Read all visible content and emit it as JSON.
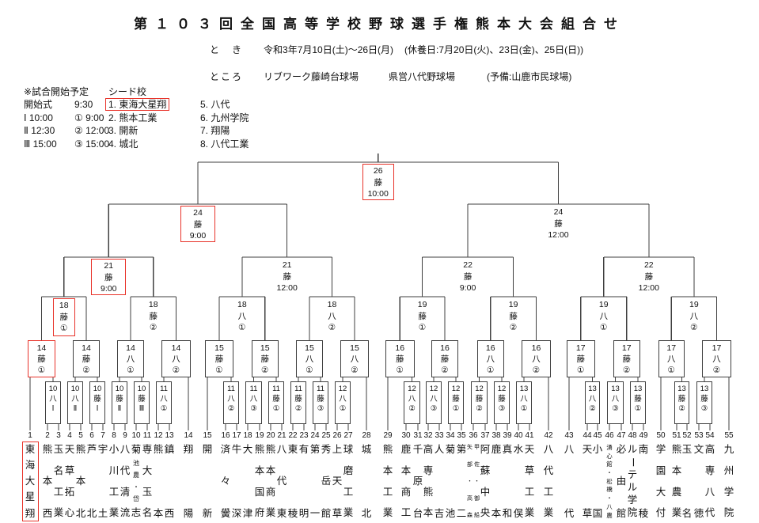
{
  "title": "第１０３回全国高等学校野球選手権熊本大会組合せ",
  "when": {
    "label": "と　き",
    "value": "令和3年7月10日(土)～26日(月)",
    "note": "(休養日:7月20日(火)、23日(金)、25日(日))"
  },
  "where": {
    "label": "ところ",
    "venue1": "リブワーク藤崎台球場",
    "venue2": "県営八代野球場",
    "note": "(予備:山鹿市民球場)"
  },
  "schedule": {
    "heading": "※試合開始予定",
    "opening_label": "開始式",
    "opening_time": "9:30",
    "rows": [
      [
        "Ⅰ 10:00",
        "① 9:00"
      ],
      [
        "Ⅱ 12:30",
        "② 12:00"
      ],
      [
        "Ⅲ 15:00",
        "③ 15:00"
      ]
    ]
  },
  "seeds": {
    "heading": "シード校",
    "items": [
      {
        "label": "1. 東海大星翔",
        "highlight": true
      },
      {
        "label": "2. 熊本工業"
      },
      {
        "label": "3. 開新"
      },
      {
        "label": "4. 城北"
      },
      {
        "label": "5. 八代"
      },
      {
        "label": "6. 九州学院"
      },
      {
        "label": "7. 翔陽"
      },
      {
        "label": "8. 八代工業"
      }
    ]
  },
  "colors": {
    "highlight": "#e8332a",
    "line": "#3f3f3f"
  },
  "bracket": {
    "teams": [
      {
        "no": 1,
        "name": "東海大星翔",
        "highlight": true
      },
      {
        "no": 2,
        "name": "熊本西"
      },
      {
        "no": 3,
        "name": "玉名工業"
      },
      {
        "no": 4,
        "name": "天草拓心"
      },
      {
        "no": 5,
        "name": "熊本北"
      },
      {
        "no": 6,
        "name": "芦北"
      },
      {
        "no": 7,
        "name": "宇土"
      },
      {
        "no": 8,
        "name": "小川工業"
      },
      {
        "no": 9,
        "name": "八代清流"
      },
      {
        "no": 10,
        "name": "菊池農・岱志",
        "display": "mixed",
        "big_first": "菊",
        "small_mid": "池農・岱",
        "big_last": "志"
      },
      {
        "no": 11,
        "name": "専大玉名"
      },
      {
        "no": 12,
        "name": "熊本"
      },
      {
        "no": 13,
        "name": "鎮西"
      },
      {
        "no": 14,
        "name": "翔陽"
      },
      {
        "no": 15,
        "name": "開新"
      },
      {
        "no": 16,
        "name": "済々黌"
      },
      {
        "no": 17,
        "name": "牛深"
      },
      {
        "no": 18,
        "name": "大津"
      },
      {
        "no": 19,
        "name": "熊本国府"
      },
      {
        "no": 20,
        "name": "熊本商業"
      },
      {
        "no": 21,
        "name": "八代東"
      },
      {
        "no": 22,
        "name": "東稜"
      },
      {
        "no": 23,
        "name": "有明"
      },
      {
        "no": 24,
        "name": "第一"
      },
      {
        "no": 25,
        "name": "秀岳館"
      },
      {
        "no": 26,
        "name": "上天草"
      },
      {
        "no": 27,
        "name": "球磨工業"
      },
      {
        "no": 28,
        "name": "城北"
      },
      {
        "no": 29,
        "name": "熊本工業"
      },
      {
        "no": 30,
        "name": "鹿本商工"
      },
      {
        "no": 31,
        "name": "千原台"
      },
      {
        "no": 32,
        "name": "高専熊本"
      },
      {
        "no": 33,
        "name": "人吉"
      },
      {
        "no": 34,
        "name": "菊池"
      },
      {
        "no": 35,
        "name": "第二"
      },
      {
        "no": 36,
        "name": "矢部・甲佐・高森・御船",
        "display": "twocol",
        "cols": [
          "矢部・高森",
          "甲佐・御船"
        ]
      },
      {
        "no": 37,
        "name": "阿蘇中央"
      },
      {
        "no": 38,
        "name": "鹿本"
      },
      {
        "no": 39,
        "name": "真和"
      },
      {
        "no": 40,
        "name": "水俣"
      },
      {
        "no": 41,
        "name": "天草工業"
      },
      {
        "no": 42,
        "name": "八代工業"
      },
      {
        "no": 43,
        "name": "八代"
      },
      {
        "no": 44,
        "name": "天草"
      },
      {
        "no": 45,
        "name": "小国"
      },
      {
        "no": 46,
        "name": "湧心館・松橋・八農",
        "display": "small"
      },
      {
        "no": 47,
        "name": "必由館"
      },
      {
        "no": 48,
        "name": "ルーテル学院"
      },
      {
        "no": 49,
        "name": "南稜"
      },
      {
        "no": 50,
        "name": "学園大付"
      },
      {
        "no": 51,
        "name": "熊本農業"
      },
      {
        "no": 52,
        "name": "玉名"
      },
      {
        "no": 53,
        "name": "文徳"
      },
      {
        "no": 54,
        "name": "高専八代"
      },
      {
        "no": 55,
        "name": "九州学院"
      }
    ],
    "round1": [
      {
        "date": "10",
        "venue": "八",
        "slot": "Ⅰ",
        "teams": [
          2,
          3
        ]
      },
      {
        "date": "10",
        "venue": "八",
        "slot": "Ⅱ",
        "teams": [
          4,
          5
        ]
      },
      {
        "date": "10",
        "venue": "藤",
        "slot": "Ⅰ",
        "teams": [
          6,
          7
        ]
      },
      {
        "date": "10",
        "venue": "藤",
        "slot": "Ⅱ",
        "teams": [
          8,
          9
        ]
      },
      {
        "date": "10",
        "venue": "藤",
        "slot": "Ⅲ",
        "teams": [
          10,
          11
        ]
      },
      {
        "date": "11",
        "venue": "八",
        "slot": "①",
        "teams": [
          12,
          13
        ]
      },
      {
        "date": "11",
        "venue": "八",
        "slot": "②",
        "teams": [
          16,
          17
        ]
      },
      {
        "date": "11",
        "venue": "八",
        "slot": "③",
        "teams": [
          18,
          19
        ]
      },
      {
        "date": "11",
        "venue": "藤",
        "slot": "①",
        "teams": [
          20,
          21
        ]
      },
      {
        "date": "11",
        "venue": "藤",
        "slot": "②",
        "teams": [
          22,
          23
        ]
      },
      {
        "date": "11",
        "venue": "藤",
        "slot": "③",
        "teams": [
          24,
          25
        ]
      },
      {
        "date": "12",
        "venue": "八",
        "slot": "①",
        "teams": [
          26,
          27
        ]
      },
      {
        "date": "12",
        "venue": "八",
        "slot": "②",
        "teams": [
          30,
          31
        ]
      },
      {
        "date": "12",
        "venue": "八",
        "slot": "③",
        "teams": [
          32,
          33
        ]
      },
      {
        "date": "12",
        "venue": "藤",
        "slot": "①",
        "teams": [
          34,
          35
        ]
      },
      {
        "date": "12",
        "venue": "藤",
        "slot": "②",
        "teams": [
          36,
          37
        ]
      },
      {
        "date": "12",
        "venue": "藤",
        "slot": "③",
        "teams": [
          38,
          39
        ]
      },
      {
        "date": "13",
        "venue": "八",
        "slot": "①",
        "teams": [
          40,
          41
        ]
      },
      {
        "date": "13",
        "venue": "八",
        "slot": "②",
        "teams": [
          44,
          45
        ]
      },
      {
        "date": "13",
        "venue": "八",
        "slot": "③",
        "teams": [
          46,
          47
        ]
      },
      {
        "date": "13",
        "venue": "藤",
        "slot": "①",
        "teams": [
          48,
          49
        ]
      },
      {
        "date": "13",
        "venue": "藤",
        "slot": "②",
        "teams": [
          51,
          52
        ]
      },
      {
        "date": "13",
        "venue": "藤",
        "slot": "③",
        "teams": [
          53,
          54
        ]
      }
    ],
    "round2": [
      {
        "date": "14",
        "venue": "藤",
        "slot": "①",
        "highlight": true,
        "feeders": [
          {
            "bye": 1
          },
          {
            "game": 0
          }
        ]
      },
      {
        "date": "14",
        "venue": "藤",
        "slot": "②",
        "feeders": [
          {
            "game": 1
          },
          {
            "game": 2
          }
        ]
      },
      {
        "date": "14",
        "venue": "八",
        "slot": "①",
        "feeders": [
          {
            "game": 3
          },
          {
            "game": 4
          }
        ]
      },
      {
        "date": "14",
        "venue": "八",
        "slot": "②",
        "feeders": [
          {
            "game": 5
          },
          {
            "bye": 14
          }
        ]
      },
      {
        "date": "15",
        "venue": "藤",
        "slot": "①",
        "feeders": [
          {
            "bye": 15
          },
          {
            "game": 6
          }
        ]
      },
      {
        "date": "15",
        "venue": "藤",
        "slot": "②",
        "feeders": [
          {
            "game": 7
          },
          {
            "game": 8
          }
        ]
      },
      {
        "date": "15",
        "venue": "八",
        "slot": "①",
        "feeders": [
          {
            "game": 9
          },
          {
            "game": 10
          }
        ]
      },
      {
        "date": "15",
        "venue": "八",
        "slot": "②",
        "feeders": [
          {
            "game": 11
          },
          {
            "bye": 28
          }
        ]
      },
      {
        "date": "16",
        "venue": "藤",
        "slot": "①",
        "feeders": [
          {
            "bye": 29
          },
          {
            "game": 12
          }
        ]
      },
      {
        "date": "16",
        "venue": "藤",
        "slot": "②",
        "feeders": [
          {
            "game": 13
          },
          {
            "game": 14
          }
        ]
      },
      {
        "date": "16",
        "venue": "八",
        "slot": "①",
        "feeders": [
          {
            "game": 15
          },
          {
            "game": 16
          }
        ]
      },
      {
        "date": "16",
        "venue": "八",
        "slot": "②",
        "feeders": [
          {
            "game": 17
          },
          {
            "bye": 42
          }
        ]
      },
      {
        "date": "17",
        "venue": "藤",
        "slot": "①",
        "feeders": [
          {
            "bye": 43
          },
          {
            "game": 18
          }
        ]
      },
      {
        "date": "17",
        "venue": "藤",
        "slot": "②",
        "feeders": [
          {
            "game": 19
          },
          {
            "game": 20
          }
        ]
      },
      {
        "date": "17",
        "venue": "八",
        "slot": "①",
        "feeders": [
          {
            "bye": 50
          },
          {
            "game": 21
          }
        ]
      },
      {
        "date": "17",
        "venue": "八",
        "slot": "②",
        "feeders": [
          {
            "game": 22
          },
          {
            "bye": 55
          }
        ]
      }
    ],
    "round3": [
      {
        "date": "18",
        "venue": "藤",
        "slot": "①",
        "highlight": true,
        "feeds": [
          0,
          1
        ]
      },
      {
        "date": "18",
        "venue": "藤",
        "slot": "②",
        "feeds": [
          2,
          3
        ]
      },
      {
        "date": "18",
        "venue": "八",
        "slot": "①",
        "feeds": [
          4,
          5
        ]
      },
      {
        "date": "18",
        "venue": "八",
        "slot": "②",
        "feeds": [
          6,
          7
        ]
      },
      {
        "date": "19",
        "venue": "藤",
        "slot": "①",
        "feeds": [
          8,
          9
        ]
      },
      {
        "date": "19",
        "venue": "藤",
        "slot": "②",
        "feeds": [
          10,
          11
        ]
      },
      {
        "date": "19",
        "venue": "八",
        "slot": "①",
        "feeds": [
          12,
          13
        ]
      },
      {
        "date": "19",
        "venue": "八",
        "slot": "②",
        "feeds": [
          14,
          15
        ]
      }
    ],
    "quarterfinals": [
      {
        "date": "21",
        "venue": "藤",
        "time": "9:00",
        "highlight": true,
        "feeds": [
          0,
          1
        ]
      },
      {
        "date": "21",
        "venue": "藤",
        "time": "12:00",
        "feeds": [
          2,
          3
        ]
      },
      {
        "date": "22",
        "venue": "藤",
        "time": "9:00",
        "feeds": [
          4,
          5
        ]
      },
      {
        "date": "22",
        "venue": "藤",
        "time": "12:00",
        "feeds": [
          6,
          7
        ]
      }
    ],
    "semifinals": [
      {
        "date": "24",
        "venue": "藤",
        "time": "9:00",
        "highlight": true,
        "feeds": [
          0,
          1
        ]
      },
      {
        "date": "24",
        "venue": "藤",
        "time": "12:00",
        "feeds": [
          2,
          3
        ]
      }
    ],
    "final": {
      "date": "26",
      "venue": "藤",
      "time": "10:00",
      "highlight": true,
      "feeds": [
        0,
        1
      ]
    }
  }
}
